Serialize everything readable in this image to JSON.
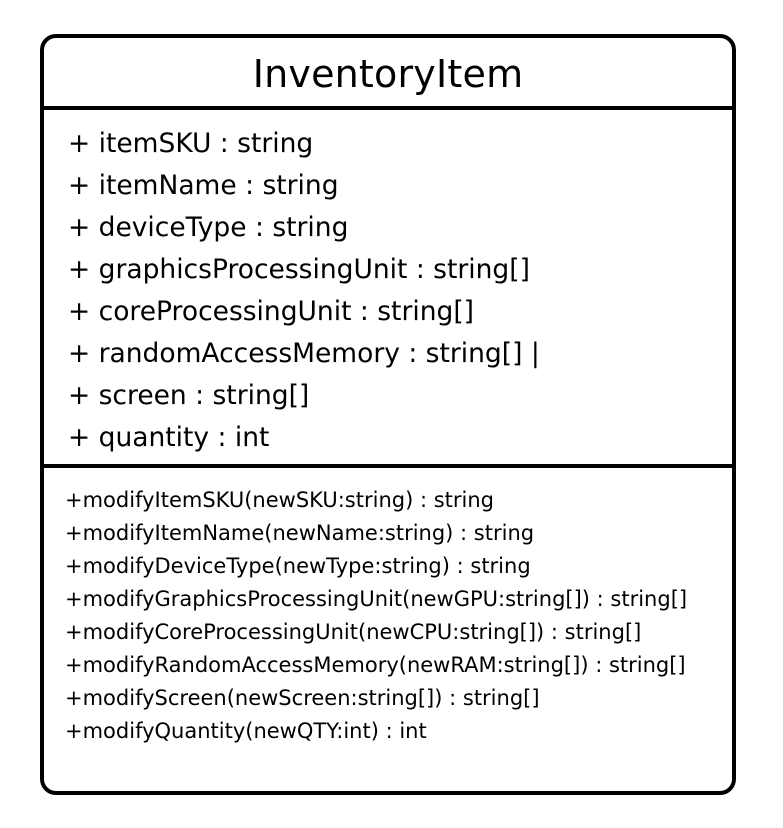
{
  "class": {
    "name": "InventoryItem",
    "attributes": [
      "+ itemSKU : string",
      "+ itemName : string",
      "+ deviceType : string",
      "+ graphicsProcessingUnit : string[]",
      "+ coreProcessingUnit : string[]",
      "+ randomAccessMemory : string[] |",
      "+ screen : string[]",
      "+ quantity : int"
    ],
    "operations": [
      "+modifyItemSKU(newSKU:string) : string",
      "+modifyItemName(newName:string) : string",
      "+modifyDeviceType(newType:string) : string",
      "+modifyGraphicsProcessingUnit(newGPU:string[]) : string[]",
      "+modifyCoreProcessingUnit(newCPU:string[]) : string[]",
      "+modifyRandomAccessMemory(newRAM:string[]) : string[]",
      "+modifyScreen(newScreen:string[]) : string[]",
      "+modifyQuantity(newQTY:int) : int"
    ]
  }
}
